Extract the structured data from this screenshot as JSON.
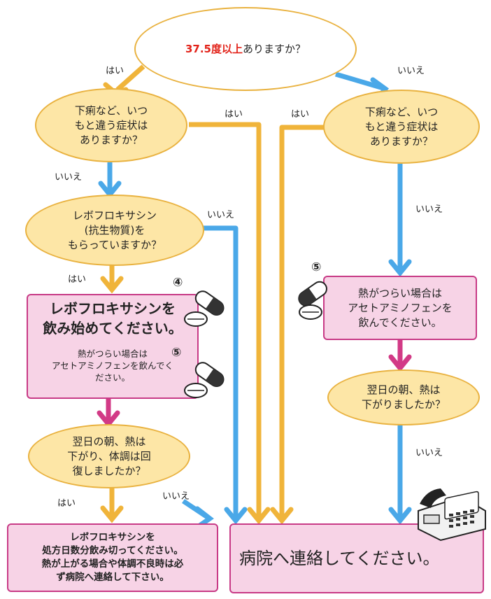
{
  "nodes": {
    "start_highlight": "37.5度以上",
    "start_rest": "ありますか？",
    "left_diarrhea": "下痢など、いつ\nもと違う症状は\nありますか？",
    "right_diarrhea": "下痢など、いつ\nもと違う症状は\nありますか？",
    "levo_question": "レボフロキサシン\n(抗生物質)を\nもらっていますか？",
    "levo_start": "レボフロキサシンを\n飲み始めてください。",
    "levo_fever": "熱がつらい場合は\nアセトアミノフェンを飲んでく\nださい。",
    "right_fever": "熱がつらい場合は\nアセトアミノフェンを\n飲んでください。",
    "left_next_morning": "翌日の朝、熱は\n下がり、体調は回\n復しましたか？",
    "right_next_morning": "翌日の朝、熱は\n下がりましたか？",
    "finish_course": "レボフロキサシンを\n処方日数分飲み切ってください。\n熱が上がる場合や体調不良時は必\nず病院へ連絡して下さい。",
    "contact_hospital": "病院へ連絡してください。"
  },
  "labels": {
    "yes": "はい",
    "no": "いいえ"
  },
  "markers": {
    "four": "④",
    "five": "⑤"
  },
  "icons": [
    "pill-icon",
    "telephone-icon"
  ],
  "colors": {
    "yes_arrow": "#f0b43a",
    "no_arrow": "#4aa8e8",
    "pink_arrow": "#d23a86",
    "oval_fill": "#fde6a6",
    "pink_fill": "#f7d3e6"
  }
}
